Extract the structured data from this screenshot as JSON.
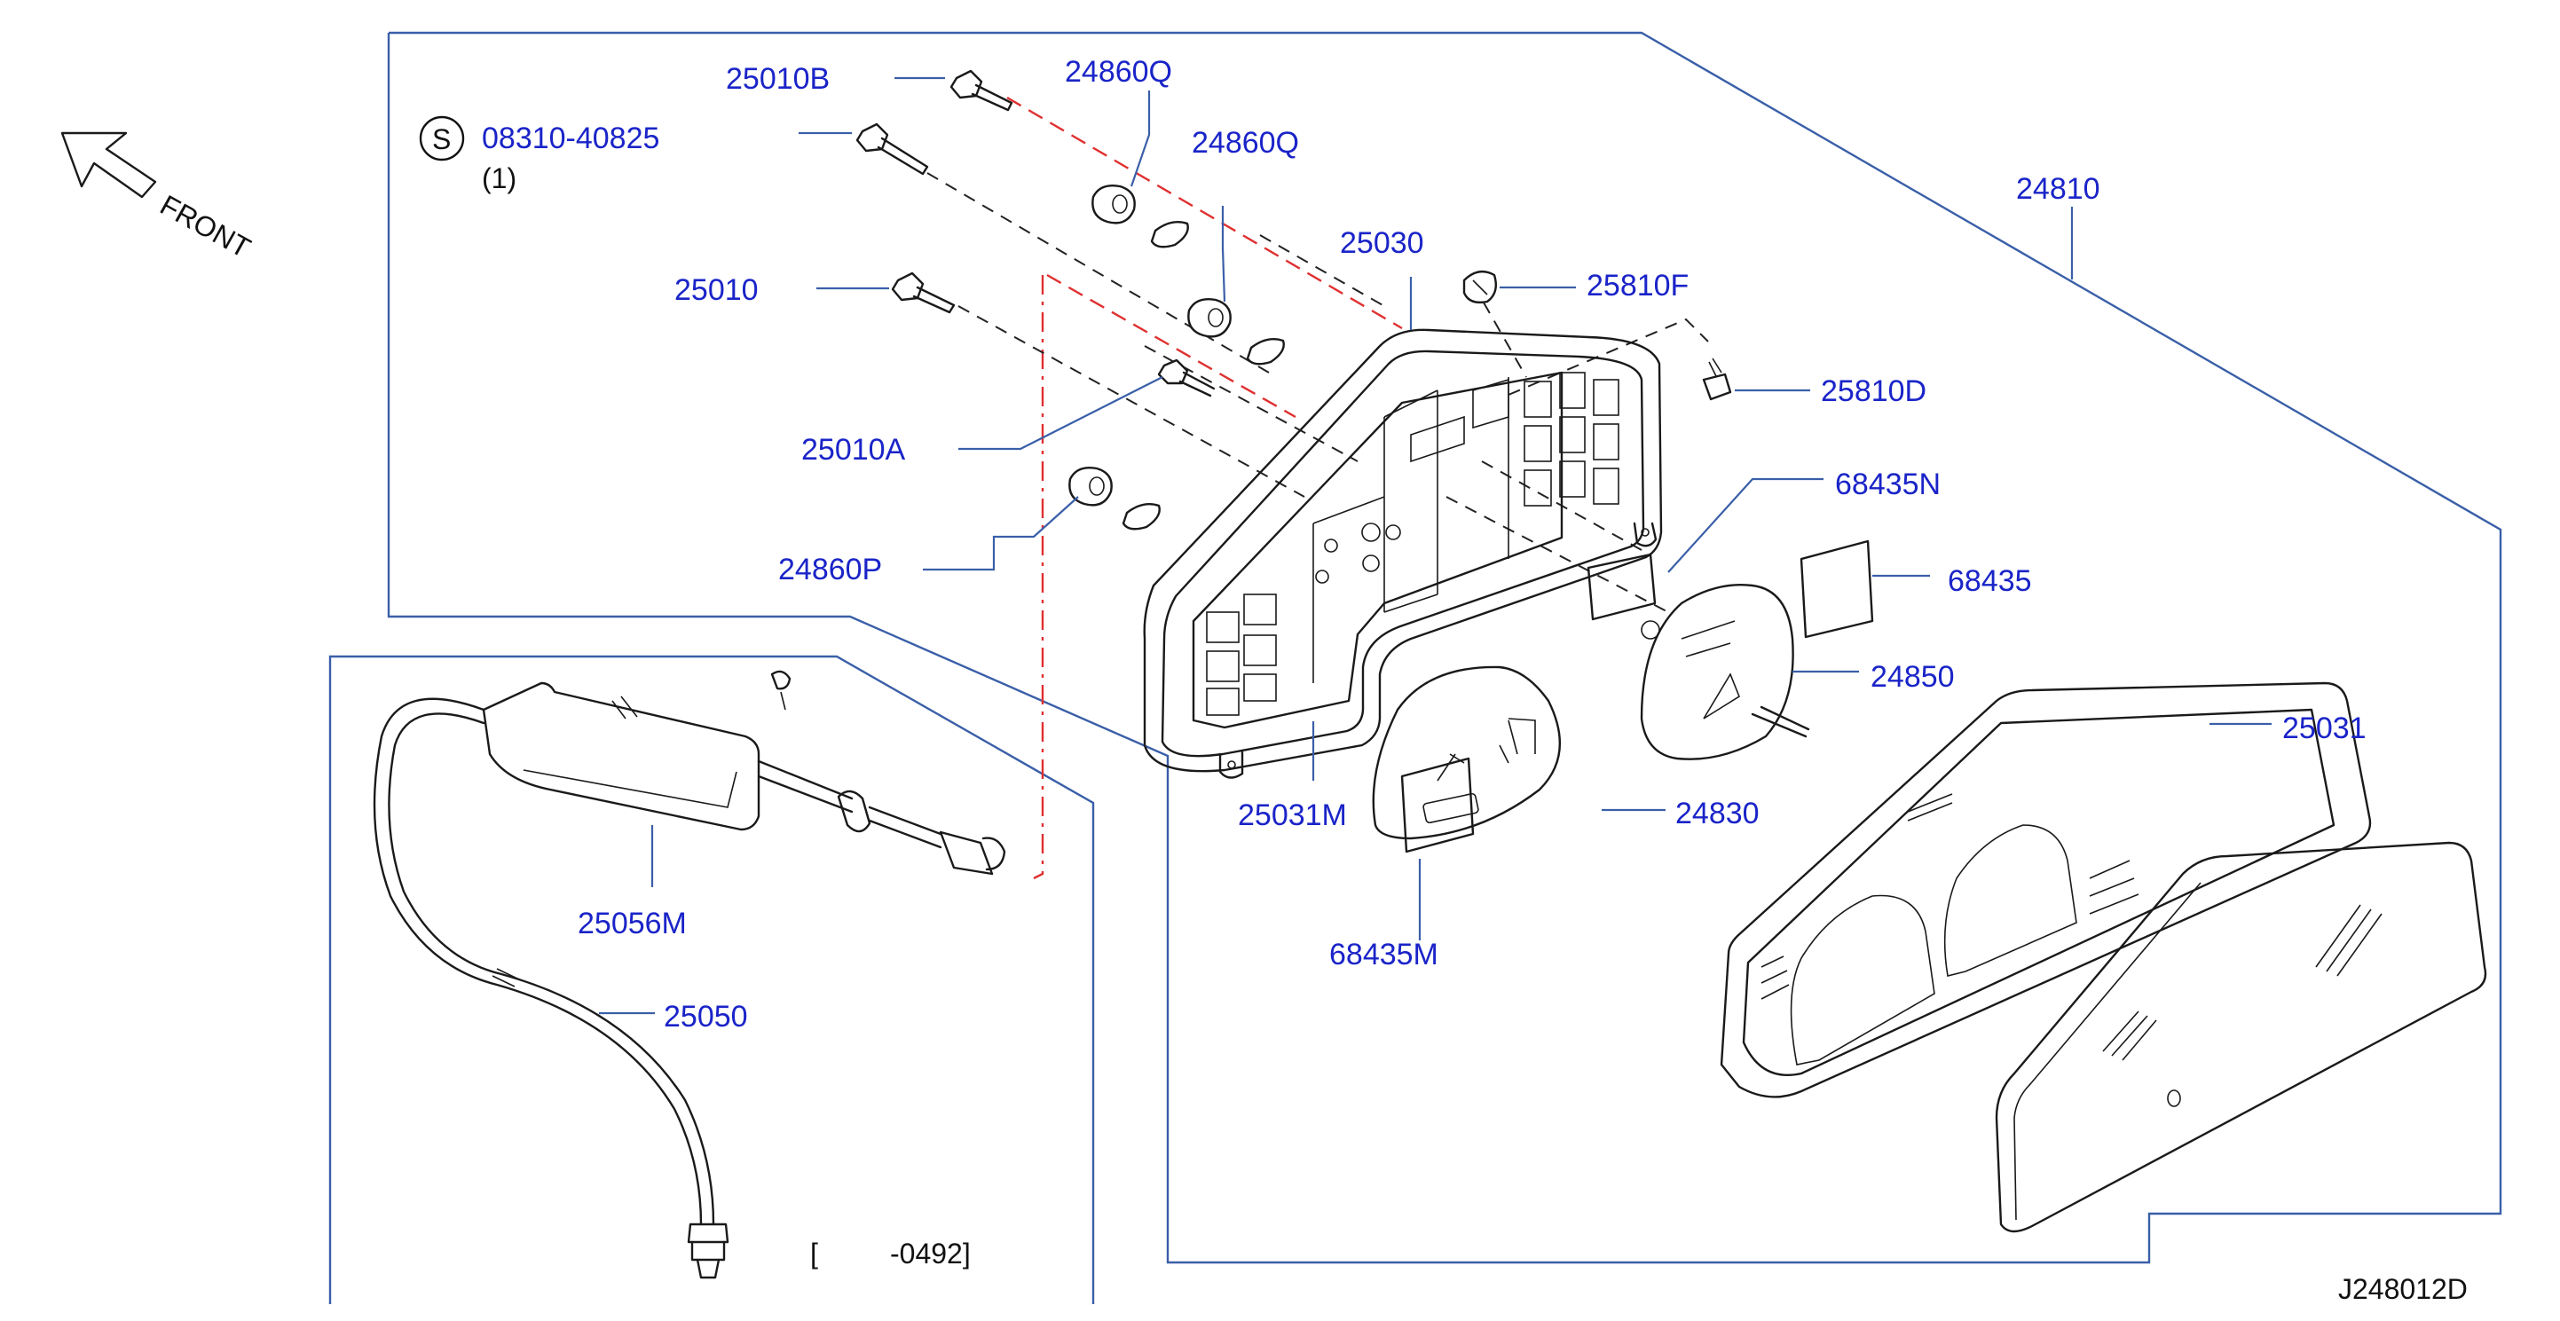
{
  "diagram": {
    "part_numbers": {
      "p25010B": "25010B",
      "p24860Q_a": "24860Q",
      "p24860Q_b": "24860Q",
      "p08310": "08310-40825",
      "p08310_qty": "(1)",
      "p25010": "25010",
      "p25030": "25030",
      "p25810F": "25810F",
      "p24810": "24810",
      "p25810D": "25810D",
      "p25010A": "25010A",
      "p68435N": "68435N",
      "p24860P": "24860P",
      "p68435": "68435",
      "p24850": "24850",
      "p25031": "25031",
      "p25031M": "25031M",
      "p24830": "24830",
      "p25056M": "25056M",
      "p68435M": "68435M",
      "p25050": "25050"
    },
    "standard_part_symbol": "S",
    "front_label": "FRONT",
    "date_range": {
      "open_bracket": "[",
      "code": "-0492]"
    },
    "drawing_code": "J248012D"
  },
  "colors": {
    "part_number_text": "#1a24c8",
    "frame_line": "#3a5fa8",
    "red_dash": "#e03030",
    "line_art": "#1a1a1a"
  }
}
